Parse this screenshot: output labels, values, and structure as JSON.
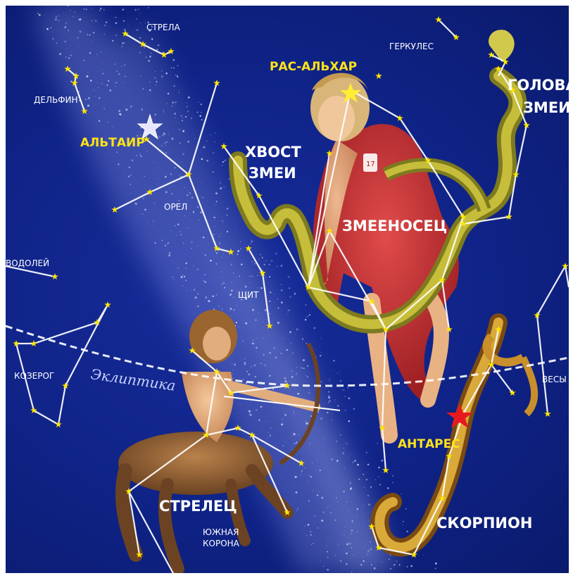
{
  "map": {
    "constellations": {
      "strela": "СТРЕЛА",
      "delfin": "ДЕЛЬФИН",
      "gerkules": "ГЕРКУЛЕС",
      "vodoley": "ВОДОЛЕЙ",
      "orel": "ОРЕЛ",
      "shchit": "ЩИТ",
      "kozerog": "КОЗЕРОГ",
      "vesy": "ВЕСЫ",
      "zmeenosets": "ЗМЕЕНОСЕЦ",
      "strelets": "СТРЕЛЕЦ",
      "skorpion": "СКОРПИОН",
      "golova_zmei": [
        "ГОЛОВА",
        "ЗМЕИ"
      ],
      "khvost_zmei": [
        "ХВОСТ",
        "ЗМЕИ"
      ],
      "yuzhnaya_korona": [
        "ЮЖНАЯ",
        "КОРОНА"
      ]
    },
    "stars": {
      "ras_alhage": "РАС-АЛЬХАР",
      "altair": "АЛЬТАИР",
      "antares": "АНТАРЕС"
    },
    "ecliptic": "Эклиптика",
    "figure_tag": "17",
    "colors": {
      "sky": "#0f2387",
      "milky_way": "#c8d0ff",
      "star": "#ffe600",
      "line": "#ffffff",
      "star_label": "#ffe21a",
      "antares": "#e8191e"
    }
  }
}
